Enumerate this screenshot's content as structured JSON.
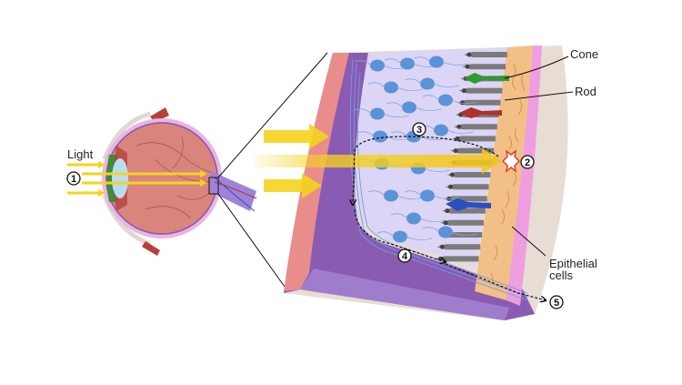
{
  "labels": {
    "light": "Light",
    "cone": "Cone",
    "rod": "Rod",
    "epithelial_line1": "Epithelial",
    "epithelial_line2": "cells"
  },
  "steps": [
    "1",
    "2",
    "3",
    "4",
    "5"
  ],
  "colors": {
    "light": "#f5d31e",
    "eyeball": "#d9857d",
    "lens": "#b9dcf2",
    "retina_interior": "#ddd5f5",
    "ganglion_cell": "#5b93d9",
    "rod": "#7b7b7b",
    "cone_green": "#2f9a2f",
    "cone_red": "#b0302a",
    "cone_blue": "#2a4fc0",
    "epithelium": "#f2bf86",
    "choroid": "#e98c8c",
    "nerve_layer": "#8a5bb3",
    "sclera": "#e7ddd4"
  }
}
